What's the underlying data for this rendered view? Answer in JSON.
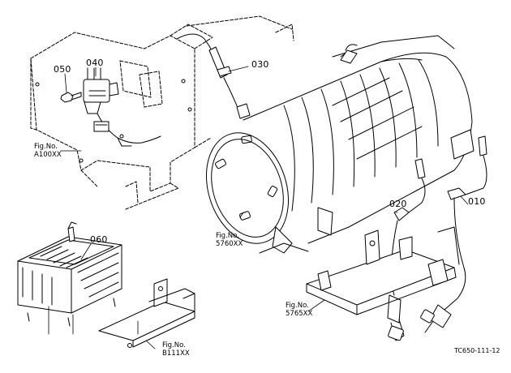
{
  "diagram": {
    "parts": {
      "p050": "050",
      "p040": "040",
      "p030": "030",
      "p060": "060",
      "p020": "020",
      "p010": "010"
    },
    "figure_refs": {
      "f1": {
        "line1": "Fig.No.",
        "line2": "A100XX"
      },
      "f2": {
        "line1": "Fig.No.",
        "line2": "5760XX"
      },
      "f3": {
        "line1": "Fig.No.",
        "line2": "5765XX"
      },
      "f4": {
        "line1": "Fig.No.",
        "line2": "B111XX"
      }
    },
    "drawing_code": "TC650-111-12"
  }
}
